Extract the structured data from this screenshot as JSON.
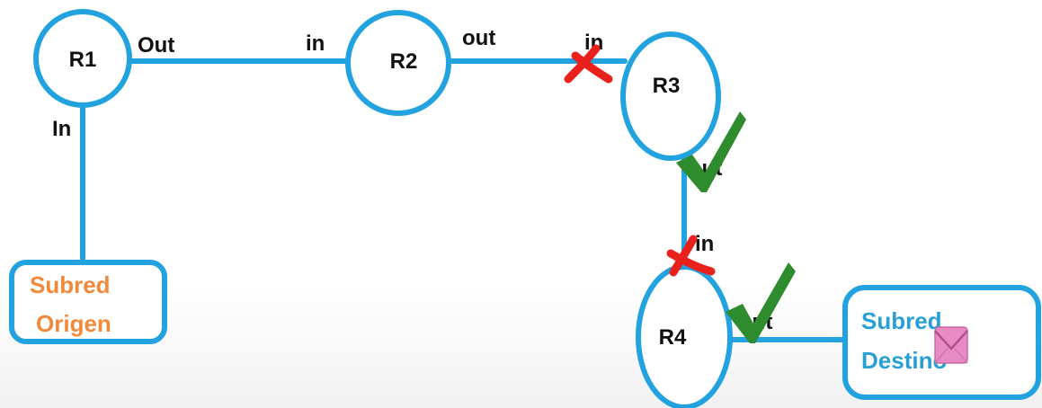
{
  "colors": {
    "link": "#22a3e0",
    "cross": "#e8211d",
    "check": "#2e8b2e",
    "origin_text": "#f08a3a",
    "dest_text": "#2a9fd6",
    "envelope": "#e88ac4"
  },
  "routers": {
    "r1": "R1",
    "r2": "R2",
    "r3": "R3",
    "r4": "R4"
  },
  "ports": {
    "r1_out": "Out",
    "r1_in": "In",
    "r2_in": "in",
    "r2_out": "out",
    "r3_in": "in",
    "r3_out": "out",
    "r4_in": "in",
    "r4_out": "out"
  },
  "subnets": {
    "origin_line1": "Subred",
    "origin_line2": "Origen",
    "dest_line1": "Subred",
    "dest_line2": "Destino"
  },
  "marks": {
    "crosses": [
      "r3-in",
      "r4-in"
    ],
    "checks": [
      "r3-out",
      "r4-out"
    ],
    "envelope_icon": "envelope-icon"
  }
}
